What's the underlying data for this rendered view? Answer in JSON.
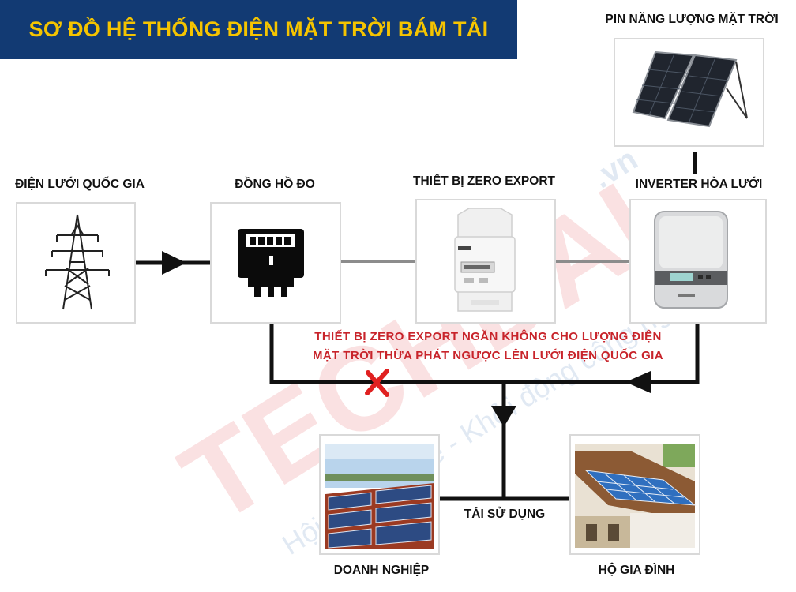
{
  "title": "SƠ ĐỒ HỆ THỐNG ĐIỆN MẶT TRỜI BÁM TẢI",
  "nodes": {
    "grid": {
      "label": "ĐIỆN LƯỚI QUỐC GIA",
      "icon": "transmission-tower-icon"
    },
    "meter": {
      "label": "ĐỒNG HỒ ĐO",
      "icon": "electric-meter-icon"
    },
    "zero_export": {
      "label": "THIẾT BỊ ZERO EXPORT",
      "icon": "zero-export-device-icon"
    },
    "inverter": {
      "label": "INVERTER HÒA LƯỚI",
      "icon": "inverter-icon"
    },
    "panel": {
      "label": "PIN NĂNG LƯỢNG MẶT TRỜI",
      "icon": "solar-panel-icon"
    },
    "business": {
      "label": "DOANH NGHIỆP",
      "icon": "factory-rooftop-solar-icon"
    },
    "household": {
      "label": "HỘ GIA ĐÌNH",
      "icon": "house-rooftop-solar-icon"
    },
    "load": {
      "label": "TẢI SỬ DỤNG"
    }
  },
  "note": {
    "line1": "THIẾT BỊ ZERO EXPORT NGĂN KHÔNG CHO LƯỢNG ĐIỆN",
    "line2": "MẶT TRỜI THỪA PHÁT NGƯỢC LÊN LƯỚI ĐIỆN QUỐC GIA"
  },
  "watermark": {
    "brand": "TECHDAL",
    "domain": ".vn",
    "tagline": "Hội tụ đam mê - Khởi động công nghệ"
  },
  "colors": {
    "title_bg": "#123a73",
    "title_text": "#f5c400",
    "note_text": "#c8242b",
    "block_marker": "#e02020",
    "line": "#111111",
    "line_grey": "#8c8c8c"
  }
}
